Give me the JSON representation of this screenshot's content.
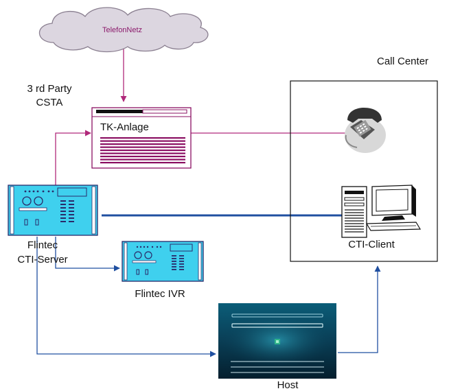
{
  "labels": {
    "telefonnetz": "TelefonNetz",
    "call_center": "Call Center",
    "third_party_line1": "3 rd Party",
    "third_party_line2": "CSTA",
    "tk_anlage": "TK-Anlage",
    "cti_server_line1": "Flintec",
    "cti_server_line2": "CTI-Server",
    "flintec_ivr": "Flintec IVR",
    "cti_client": "CTI-Client",
    "host": "Host"
  },
  "colors": {
    "cloud_fill": "#dcd6e0",
    "cloud_stroke": "#8a7f90",
    "magenta_link": "#b0287a",
    "blue_link": "#1f4fa0",
    "cyan_device": "#3fd0ee",
    "host_dark": "#062f43",
    "host_mid": "#0d6c86",
    "tk_stripes": "#8a0f62"
  },
  "icons": {
    "server": "rack-server-icon",
    "ivr": "rack-server-icon",
    "pbx": "pbx-icon",
    "telephone": "telephone-icon",
    "workstation": "workstation-icon",
    "host": "mainframe-terminal-icon",
    "cloud": "cloud-icon"
  }
}
